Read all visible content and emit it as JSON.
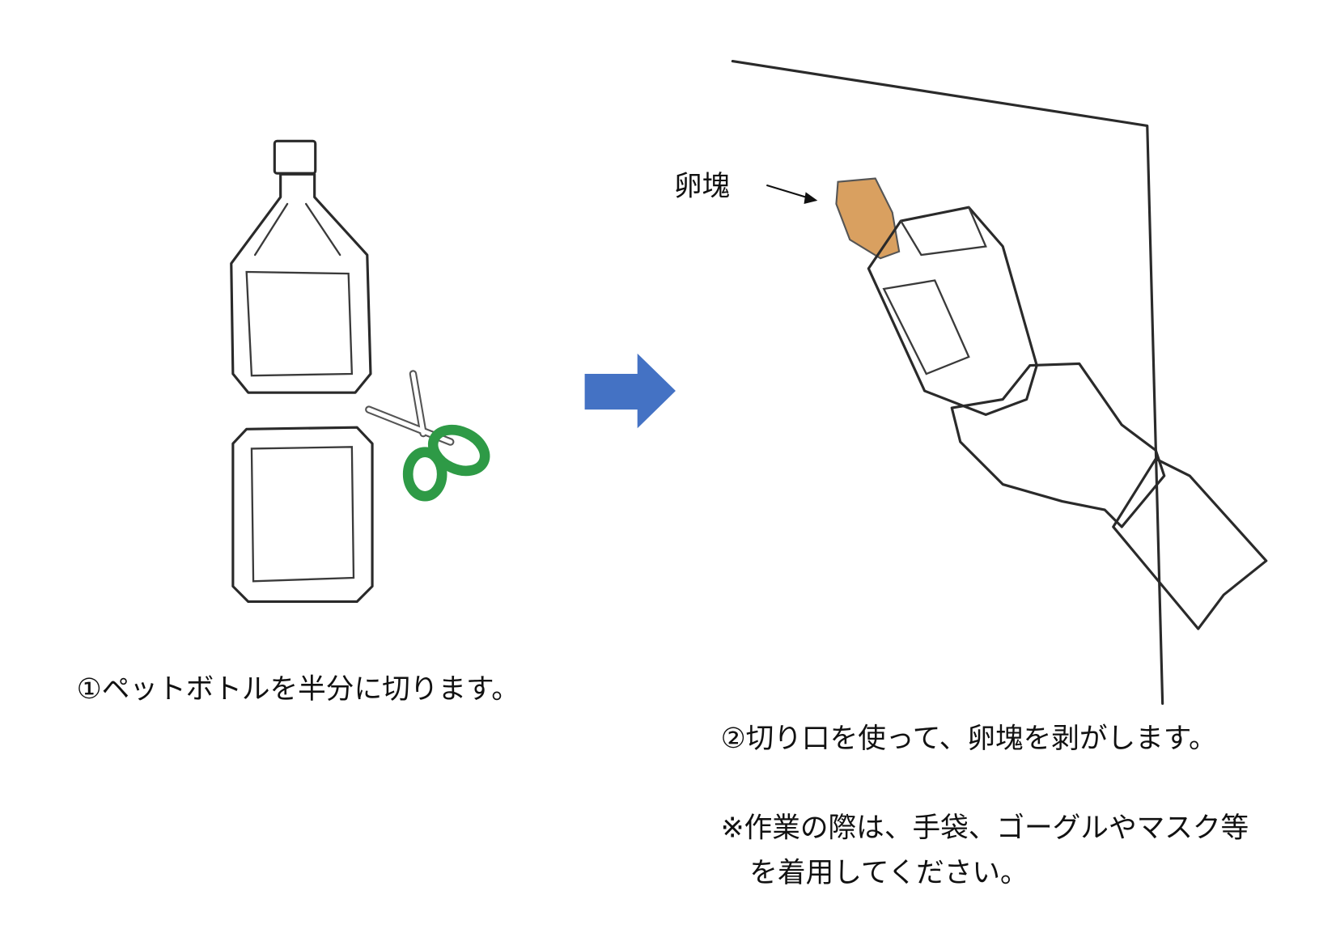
{
  "step1": {
    "caption": "①ペットボトルを半分に切ります。"
  },
  "step2": {
    "label_egg_mass": "卵塊",
    "caption": "②切り口を使って、卵塊を剥がします。",
    "note_line1": "※作業の際は、手袋、ゴーグルやマスク等",
    "note_line2": "を着用してください。"
  },
  "colors": {
    "arrow": "#4472c4",
    "scissors": "#2e9a46",
    "glove": "#dfe8a8",
    "egg_mass": "#d9a060",
    "sleeve": "#a9c4e0",
    "bottle_tint": "#d8eef6"
  }
}
